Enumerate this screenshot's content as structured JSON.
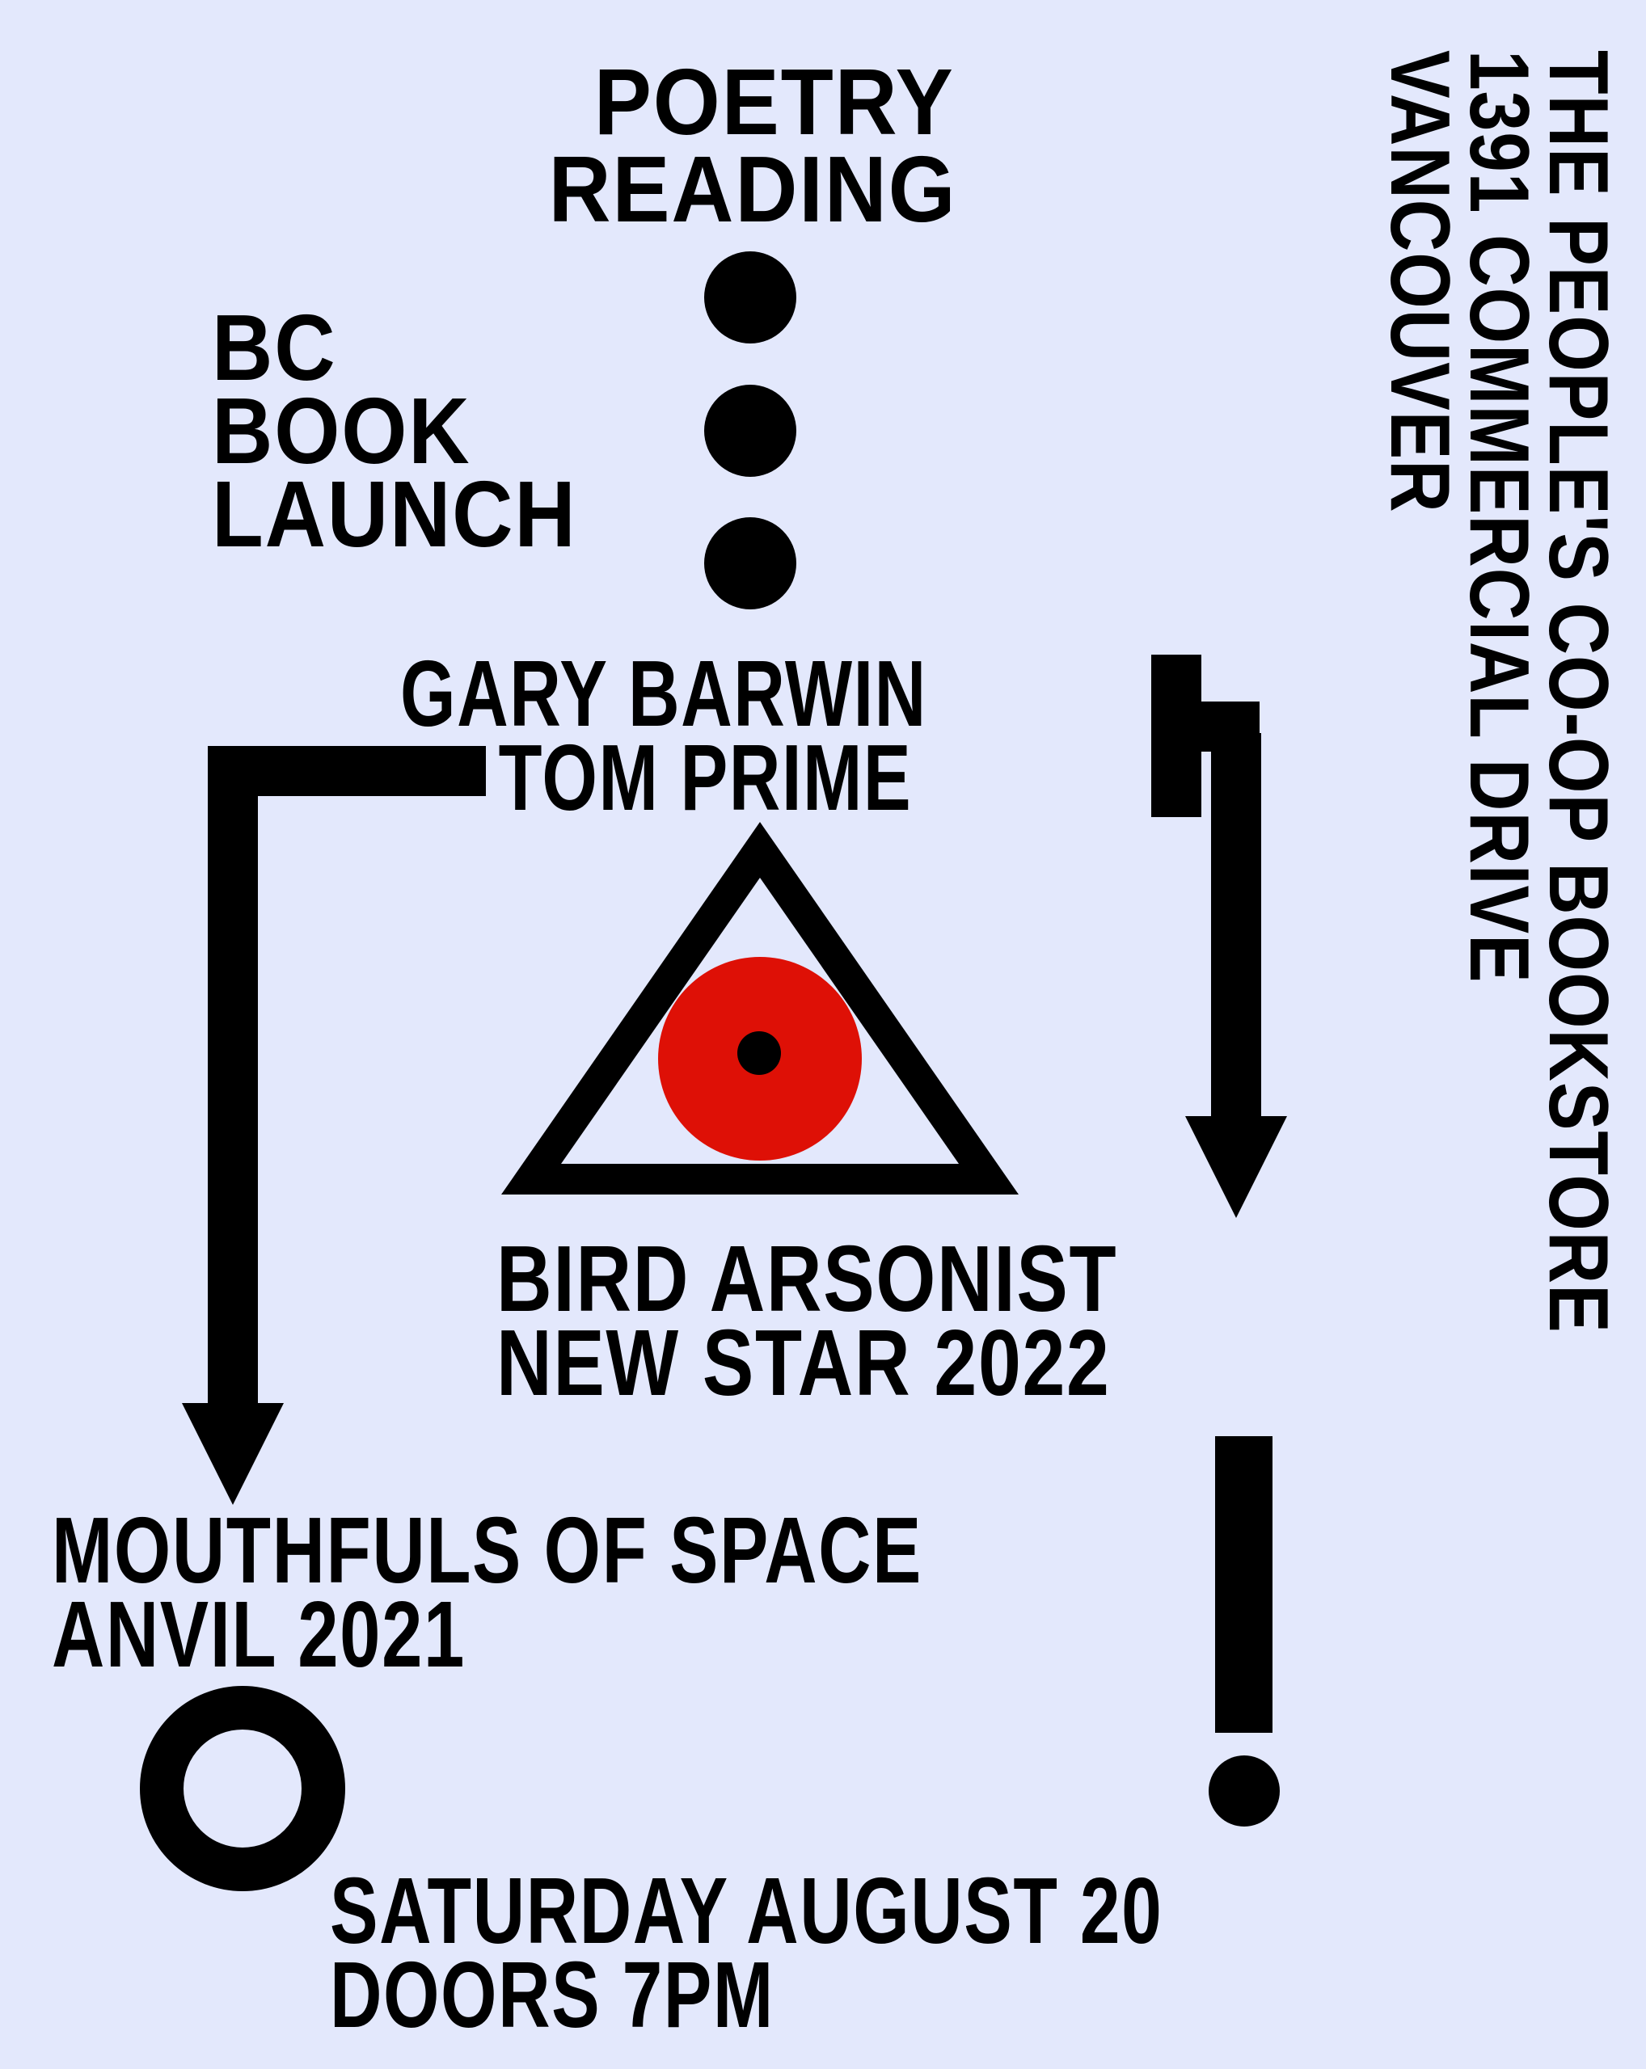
{
  "poster": {
    "background_color": "#E3E8FC",
    "accent_red": "#DE1006",
    "ink_color": "#000000",
    "header": {
      "line1": "POETRY",
      "line2": "READING"
    },
    "event_type": {
      "line1": "BC",
      "line2": "BOOK",
      "line3": "LAUNCH"
    },
    "authors": {
      "line1": "GARY BARWIN",
      "line2": "TOM PRIME"
    },
    "book_1": {
      "title": "BIRD ARSONIST",
      "publisher_year": "NEW STAR 2022"
    },
    "book_2": {
      "title": "MOUTHFULS OF SPACE",
      "publisher_year": "ANVIL 2021"
    },
    "date_time": {
      "date": "SATURDAY AUGUST 20",
      "doors": "DOORS 7PM"
    },
    "venue": {
      "name": "THE PEOPLE'S CO-OP BOOKSTORE",
      "address": "1391 COMMERCIAL DRIVE",
      "city": "VANCOUVER"
    },
    "icons": {
      "dots": "three-vertical-dots",
      "triangle_eye": "triangle-with-red-eye",
      "arrow_left": "down-arrow-elbow-left",
      "arrow_right": "down-arrow-elbow-right",
      "exclamation": "exclamation-mark",
      "ring": "ring-circle"
    }
  }
}
